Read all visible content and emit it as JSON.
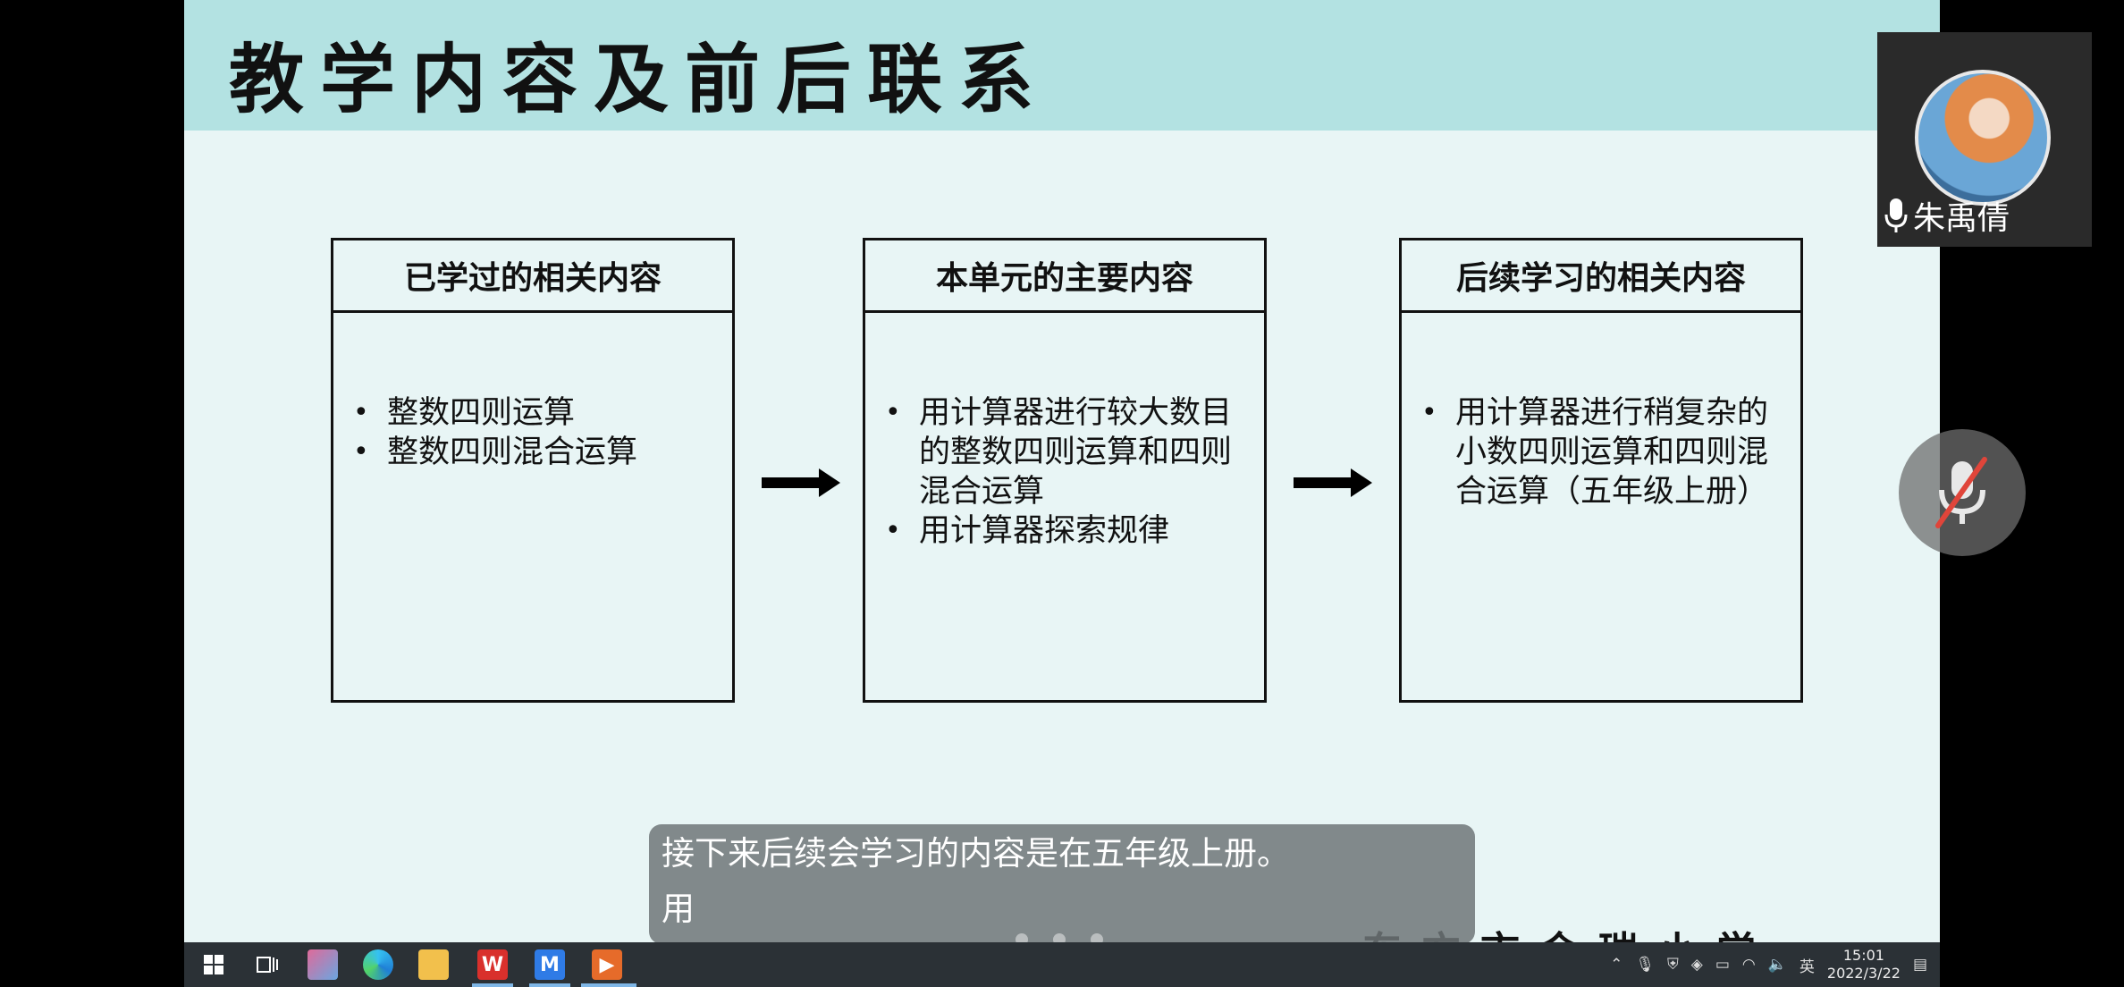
{
  "slide": {
    "title": "教学内容及前后联系",
    "boxes": [
      {
        "header": "已学过的相关内容",
        "items": [
          "整数四则运算",
          "整数四则混合运算"
        ]
      },
      {
        "header": "本单元的主要内容",
        "items": [
          "用计算器进行较大数目的整数四则运算和四则混合运算",
          "用计算器探索规律"
        ]
      },
      {
        "header": "后续学习的相关内容",
        "items": [
          "用计算器进行稍复杂的小数四则运算和四则混合运算（五年级上册）"
        ]
      }
    ],
    "footer_text": "东方市金瑞小学"
  },
  "caption": {
    "line1": "接下来后续会学习的内容是在五年级上册。",
    "line2": "用"
  },
  "participant": {
    "name": "朱禹倩"
  },
  "taskbar": {
    "apps": [
      "start-icon",
      "task-view-icon",
      "paint-icon",
      "edge-icon",
      "file-explorer-icon",
      "wps-icon",
      "tencent-meeting-icon",
      "powerpoint-icon"
    ],
    "tray": {
      "ime": "英",
      "time": "15:01",
      "date": "2022/3/22"
    }
  },
  "colors": {
    "title_bar": "#b3e2e2",
    "slide_bg": "#e8f5f5",
    "taskbar": "#2b3136",
    "mute_slash": "#e0453a"
  }
}
